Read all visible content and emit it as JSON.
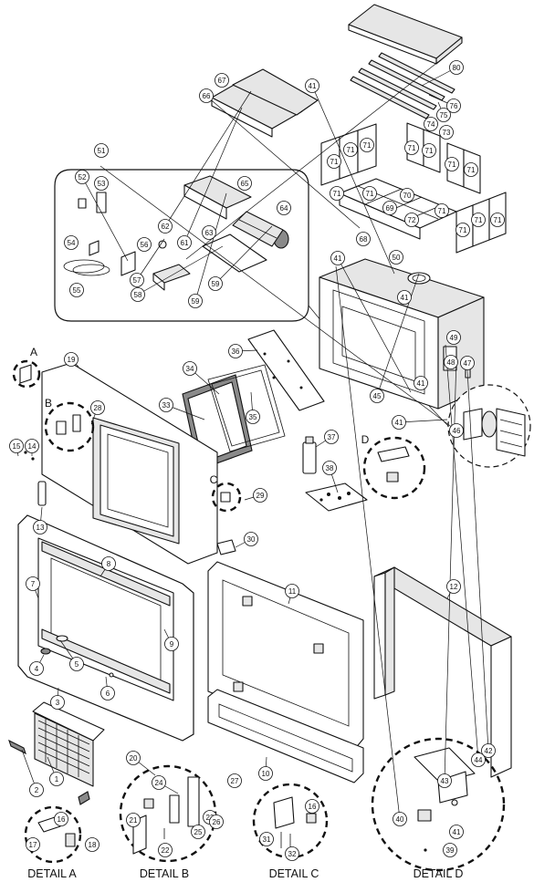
{
  "detail_labels": [
    "DETAIL A",
    "DETAIL B",
    "DETAIL C",
    "DETAIL D"
  ],
  "detail_letters": [
    "A",
    "B",
    "C",
    "D"
  ],
  "callouts": [
    "1",
    "2",
    "3",
    "4",
    "5",
    "6",
    "7",
    "8",
    "9",
    "10",
    "11",
    "12",
    "13",
    "14",
    "15",
    "16",
    "16",
    "17",
    "18",
    "19",
    "20",
    "21",
    "22",
    "23",
    "24",
    "25",
    "26",
    "27",
    "28",
    "29",
    "30",
    "31",
    "32",
    "33",
    "34",
    "35",
    "36",
    "37",
    "38",
    "39",
    "40",
    "41",
    "41",
    "41",
    "41",
    "41",
    "41",
    "42",
    "43",
    "44",
    "45",
    "46",
    "47",
    "48",
    "49",
    "50",
    "51",
    "52",
    "53",
    "54",
    "55",
    "56",
    "57",
    "58",
    "59",
    "59",
    "61",
    "62",
    "63",
    "64",
    "65",
    "66",
    "67",
    "68",
    "69",
    "70",
    "71",
    "71",
    "71",
    "71",
    "71",
    "71",
    "71",
    "71",
    "71",
    "71",
    "71",
    "71",
    "71",
    "72",
    "73",
    "74",
    "75",
    "76",
    "80"
  ]
}
